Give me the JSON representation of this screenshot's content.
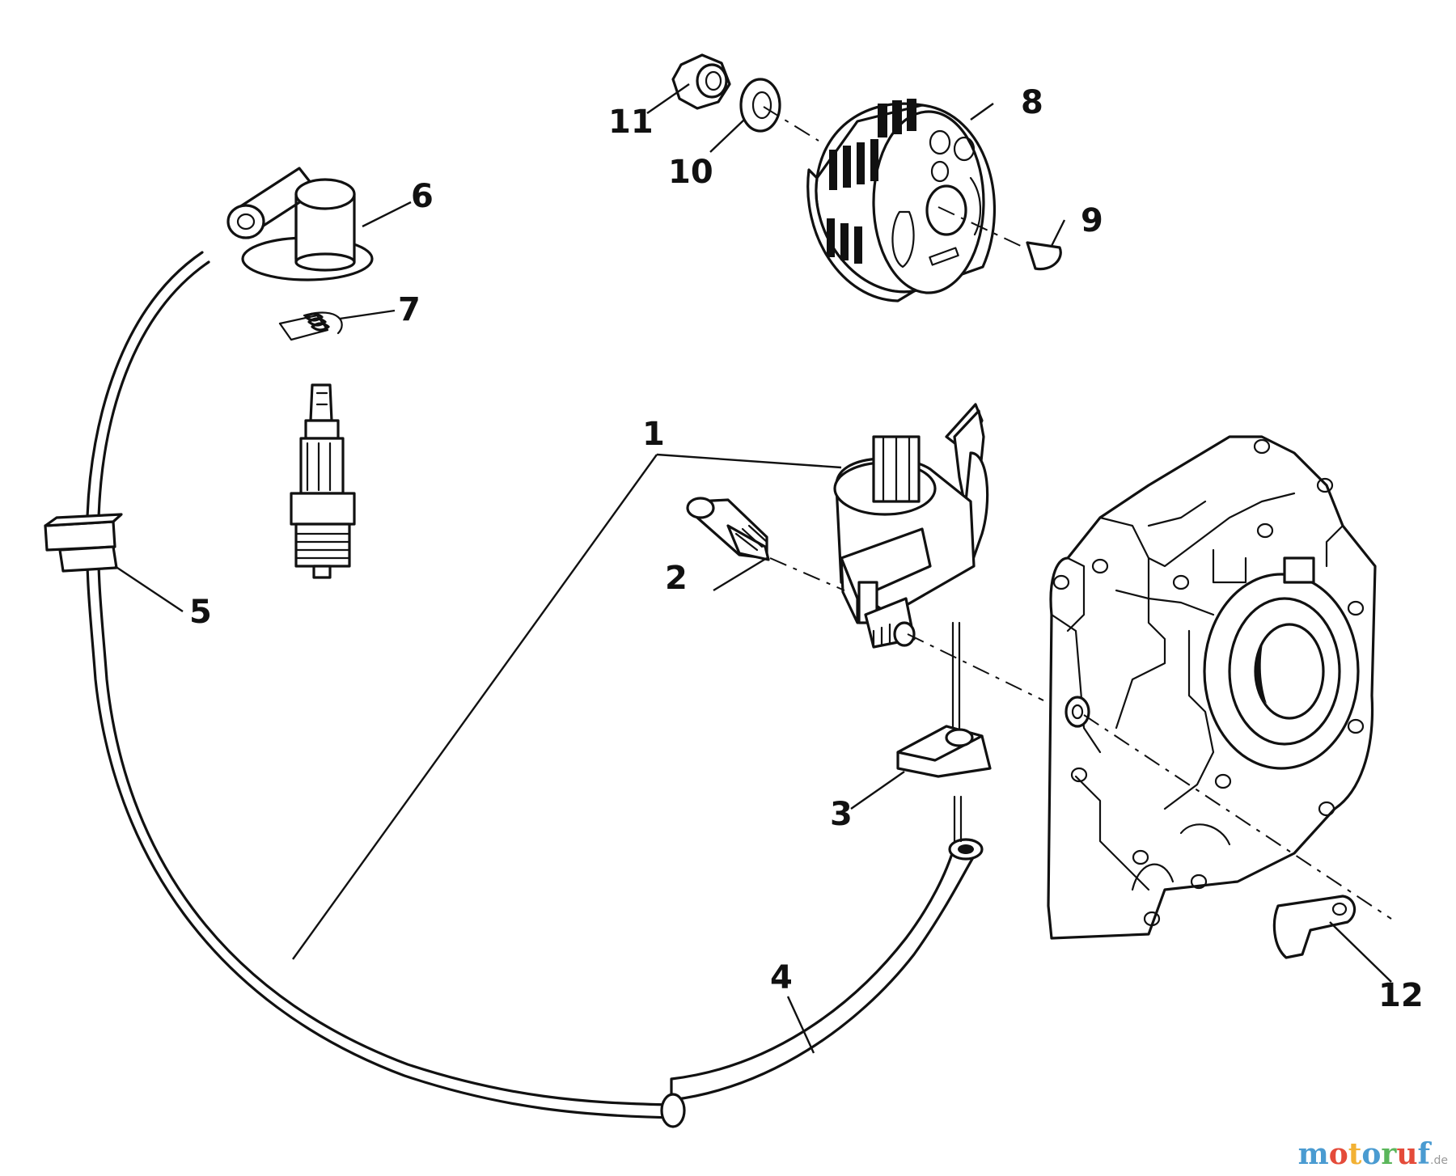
{
  "callouts": [
    "1",
    "2",
    "3",
    "4",
    "5",
    "6",
    "7",
    "8",
    "9",
    "10",
    "11",
    "12"
  ],
  "watermark": {
    "letters": [
      "m",
      "o",
      "t",
      "o",
      "r",
      "u",
      "f"
    ],
    "letter_colors": [
      "#4a9bd1",
      "#e44b3a",
      "#f2b134",
      "#4a9bd1",
      "#5bb65b",
      "#e44b3a",
      "#4a9bd1"
    ],
    "suffix": ".de"
  }
}
